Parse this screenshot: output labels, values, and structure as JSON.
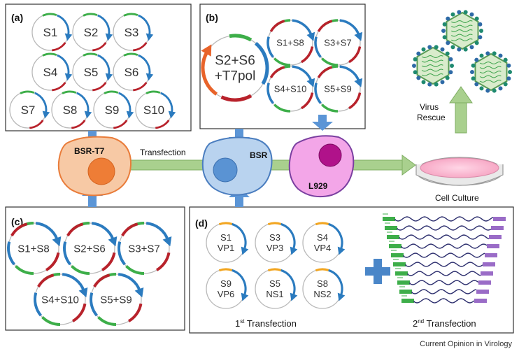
{
  "panels": {
    "a": {
      "label": "(a)",
      "plasmids": [
        "S1",
        "S2",
        "S3",
        "S4",
        "S5",
        "S6",
        "S7",
        "S8",
        "S9",
        "S10"
      ]
    },
    "b": {
      "label": "(b)",
      "big_plasmid": {
        "line1": "S2+S6",
        "line2": "+T7pol"
      },
      "plasmids": [
        "S1+S8",
        "S3+S7",
        "S4+S10",
        "S5+S9"
      ]
    },
    "c": {
      "label": "(c)",
      "plasmids": [
        "S1+S8",
        "S2+S6",
        "S3+S7",
        "S4+S10",
        "S5+S9"
      ]
    },
    "d": {
      "label": "(d)",
      "plasmids": [
        {
          "seg": "S1",
          "prot": "VP1"
        },
        {
          "seg": "S3",
          "prot": "VP3"
        },
        {
          "seg": "S4",
          "prot": "VP4"
        },
        {
          "seg": "S9",
          "prot": "VP6"
        },
        {
          "seg": "S5",
          "prot": "NS1"
        },
        {
          "seg": "S8",
          "prot": "NS2"
        }
      ],
      "first_transfection": {
        "prefix": "1",
        "sup": "st",
        "rest": " Transfection"
      },
      "second_transfection": {
        "prefix": "2",
        "sup": "nd",
        "rest": " Transfection"
      }
    }
  },
  "cells": {
    "bsr_t7": "BSR-T7",
    "bsr": "BSR",
    "l929": "L929"
  },
  "labels": {
    "transfection": "Transfection",
    "cell_culture": "Cell Culture",
    "virus_rescue_line1": "Virus",
    "virus_rescue_line2": "Rescue"
  },
  "caption": "Current Opinion in Virology",
  "colors": {
    "plasmid_green": "#3dae49",
    "plasmid_blue": "#2b7bbf",
    "plasmid_red": "#b8222b",
    "plasmid_orange": "#e8632a",
    "plasmid_yellow": "#f2a51f",
    "arrow_blue": "#5b95d6",
    "arrow_green": "#a9d08e",
    "bsr_t7_fill": "#f7c9a5",
    "bsr_fill": "#b9d3ef",
    "l929_fill": "#f3a6e8",
    "purple": "#9a6cc7",
    "cross_blue": "#4a86c8"
  }
}
